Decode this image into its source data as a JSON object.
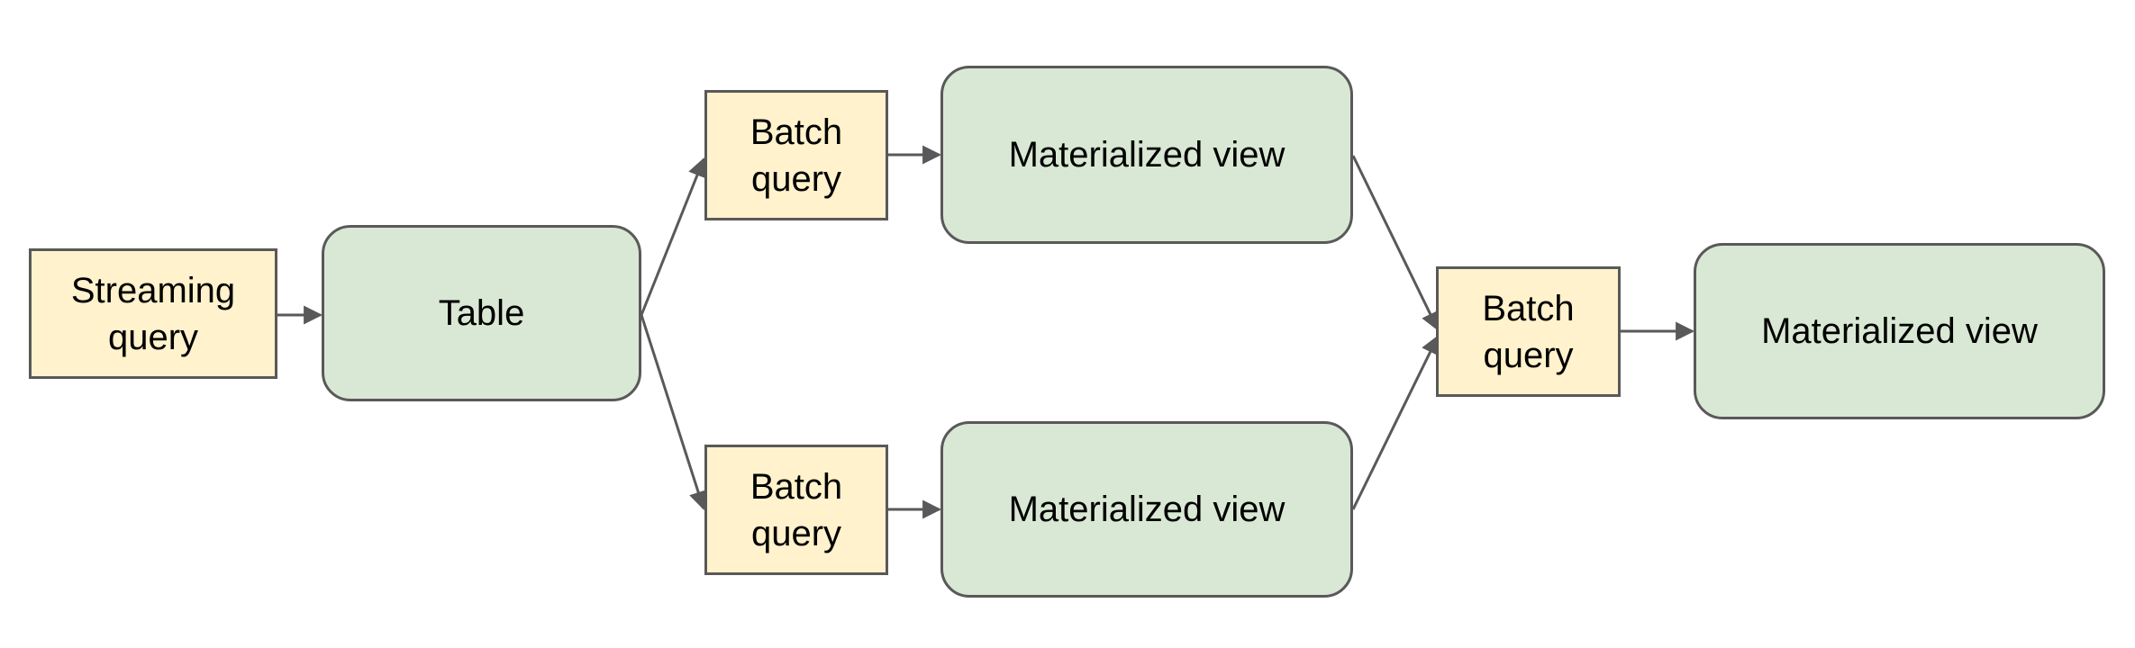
{
  "nodes": {
    "streaming_query": "Streaming\nquery",
    "table": "Table",
    "batch_query_top": "Batch\nquery",
    "batch_query_bottom": "Batch\nquery",
    "materialized_view_top": "Materialized view",
    "materialized_view_bottom": "Materialized view",
    "batch_query_merge": "Batch\nquery",
    "materialized_view_final": "Materialized view"
  },
  "colors": {
    "query_fill": "#fff2cc",
    "store_fill": "#d9e8d4",
    "border": "#595959",
    "edge": "#595959",
    "text": "#000000"
  }
}
